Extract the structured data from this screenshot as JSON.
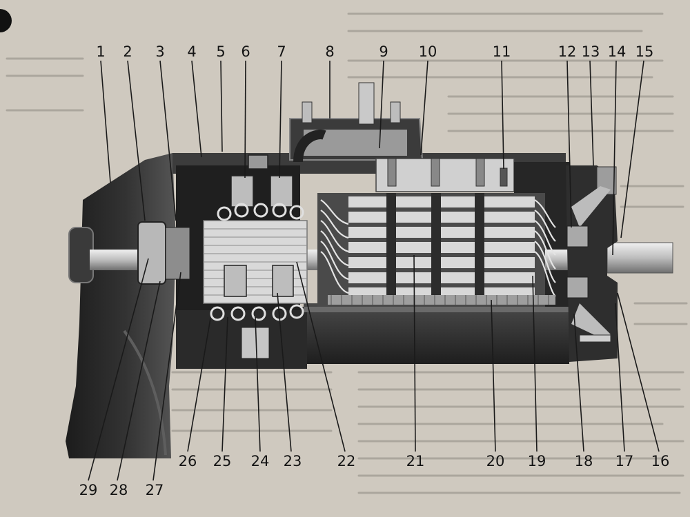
{
  "diagram": {
    "callouts_top": [
      "1",
      "2",
      "3",
      "4",
      "5",
      "6",
      "7",
      "8",
      "9",
      "10",
      "11",
      "12",
      "13",
      "14",
      "15"
    ],
    "callouts_bottom": [
      "29",
      "28",
      "27",
      "26",
      "25",
      "24",
      "23",
      "22",
      "21",
      "20",
      "19",
      "18",
      "17",
      "16"
    ]
  },
  "colors": {
    "paper": "#cfc9bf",
    "housing_dark": "#2b2b2b",
    "housing_mid": "#5a5a5a",
    "metal_light": "#cdcdcd",
    "ink": "#141414"
  }
}
